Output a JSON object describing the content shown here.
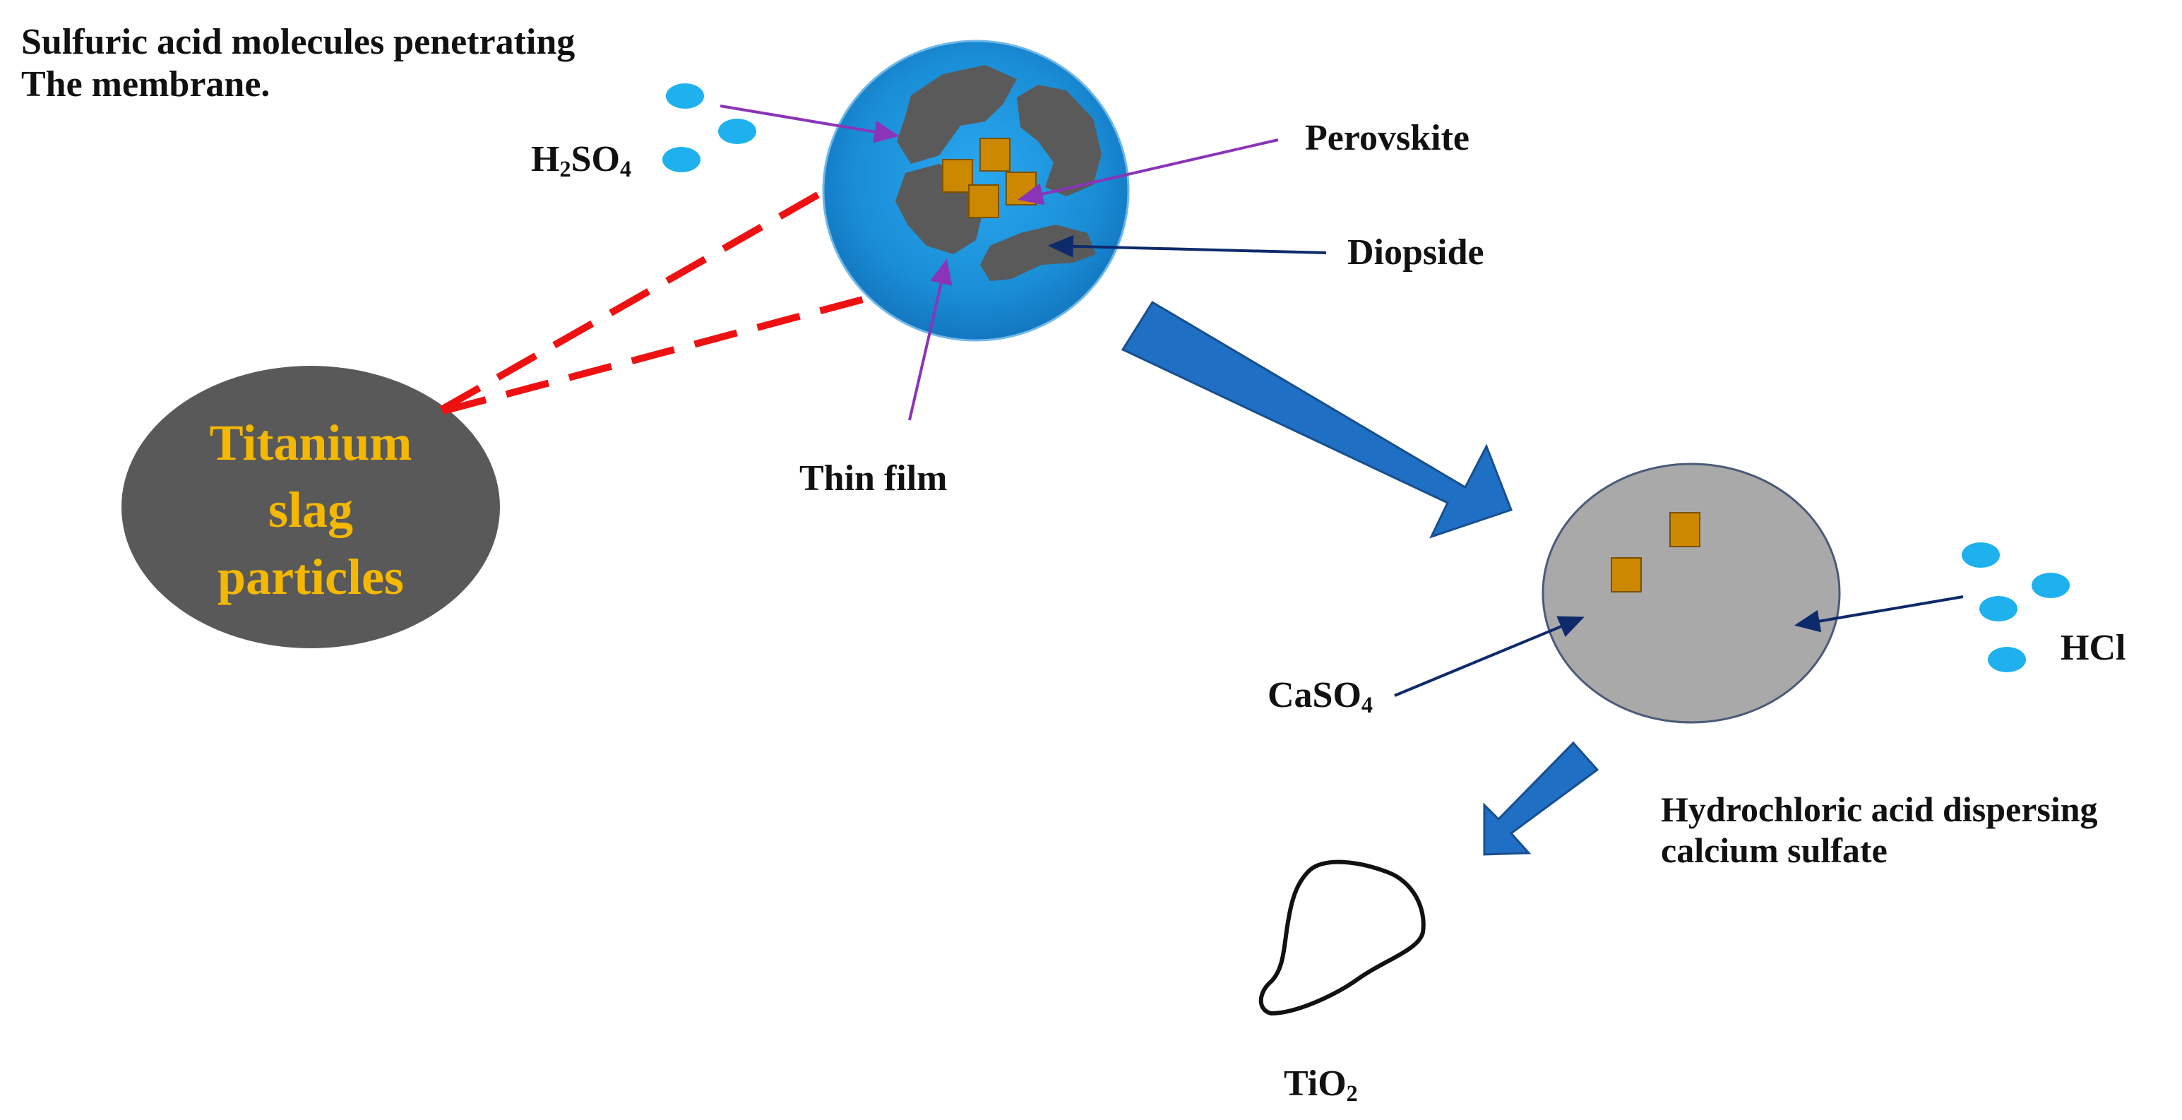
{
  "labels": {
    "sulfuric_line1": "Sulfuric acid molecules penetrating",
    "sulfuric_line2": "The membrane.",
    "h2so4_a": "H",
    "h2so4_sub2": "2",
    "h2so4_b": "SO",
    "h2so4_sub4": "4",
    "perovskite": "Perovskite",
    "diopside": "Diopside",
    "thin_film": "Thin film",
    "slag_line1": "Titanium",
    "slag_line2": "slag",
    "slag_line3": "particles",
    "caso4_a": "CaSO",
    "caso4_sub4": "4",
    "hcl": "HCl",
    "hcl_desc_line1": "Hydrochloric acid dispersing",
    "hcl_desc_line2": "calcium sulfate",
    "tio2_a": "TiO",
    "tio2_sub2": "2"
  },
  "colors": {
    "membrane_blue": "#1e90d8",
    "slag_gray": "#595959",
    "particle_gray": "#5a5a5a",
    "perovskite_orange": "#cc8800",
    "acid_drop": "#1eb1ee",
    "flow_arrow": "#1f6fc4",
    "dashed_red": "#ee1111",
    "pointer_purple": "#8a35b8",
    "pointer_navy": "#0d2a6b",
    "residue_gray": "#a9a9a9",
    "slag_text": "#f5b800"
  }
}
